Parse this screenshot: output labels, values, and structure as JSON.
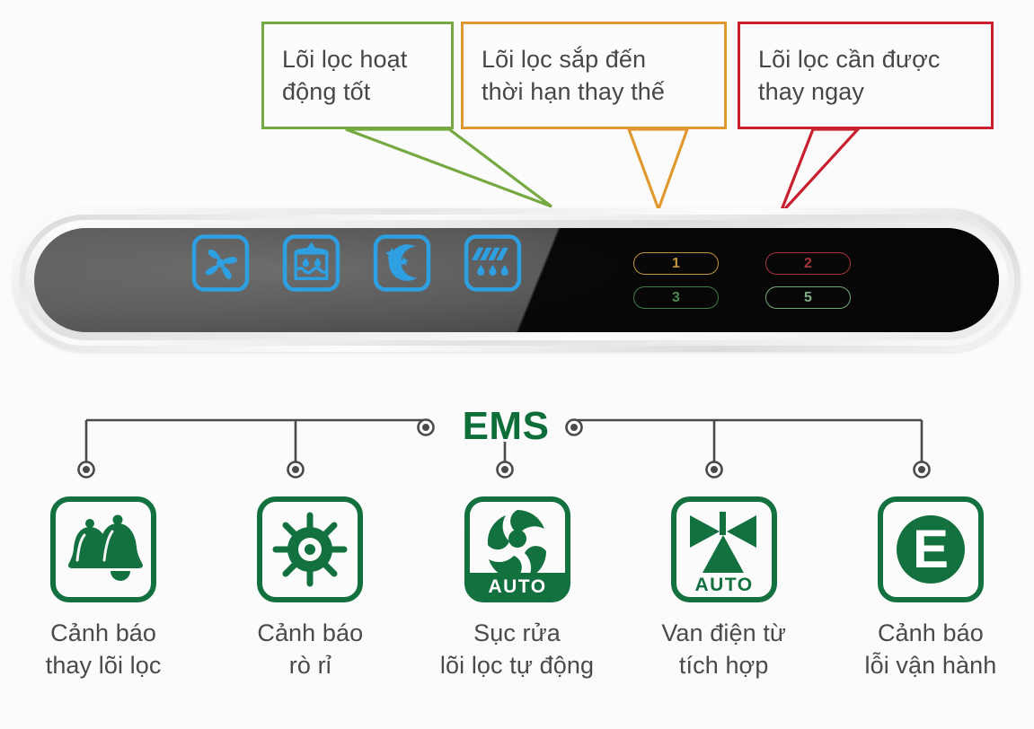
{
  "background_color": "#fbfbfb",
  "callouts": [
    {
      "id": "green",
      "text": "Lõi lọc hoạt\nđộng tốt",
      "color": "#77a942"
    },
    {
      "id": "orange",
      "text": "Lõi lọc sắp đến\nthời hạn thay thế",
      "color": "#e0982f"
    },
    {
      "id": "red",
      "text": "Lõi lọc cần được\nthay ngay",
      "color": "#c9202f"
    }
  ],
  "panel": {
    "mode_icons": [
      {
        "name": "fan-icon",
        "label": "fan"
      },
      {
        "name": "water-tank-icon",
        "label": "water-tank"
      },
      {
        "name": "night-mode-icon",
        "label": "moon-stars"
      },
      {
        "name": "rain-wash-icon",
        "label": "rain"
      }
    ],
    "icon_color": "#2e9fe0",
    "filter_indicators": [
      {
        "value": "1",
        "state": "orange"
      },
      {
        "value": "2",
        "state": "red"
      },
      {
        "value": "3",
        "state": "green"
      },
      {
        "value": "5",
        "state": "green-dim"
      }
    ]
  },
  "ems": {
    "title": "EMS",
    "color": "#0d6e3a",
    "connector_color": "#4a4a4a"
  },
  "features": [
    {
      "icon": "two-bells-icon",
      "label": "Cảnh báo\nthay lõi lọc"
    },
    {
      "icon": "leak-valve-icon",
      "label": "Cảnh báo\nrò rỉ"
    },
    {
      "icon": "auto-flush-icon",
      "label": "Sục rửa\nlõi lọc tự động"
    },
    {
      "icon": "solenoid-valve-icon",
      "label": "Van điện từ\ntích hợp"
    },
    {
      "icon": "error-e-icon",
      "label": "Cảnh báo\nlỗi vận hành"
    }
  ],
  "feature_color": "#13713f",
  "auto_text": "AUTO",
  "error_letter": "E"
}
